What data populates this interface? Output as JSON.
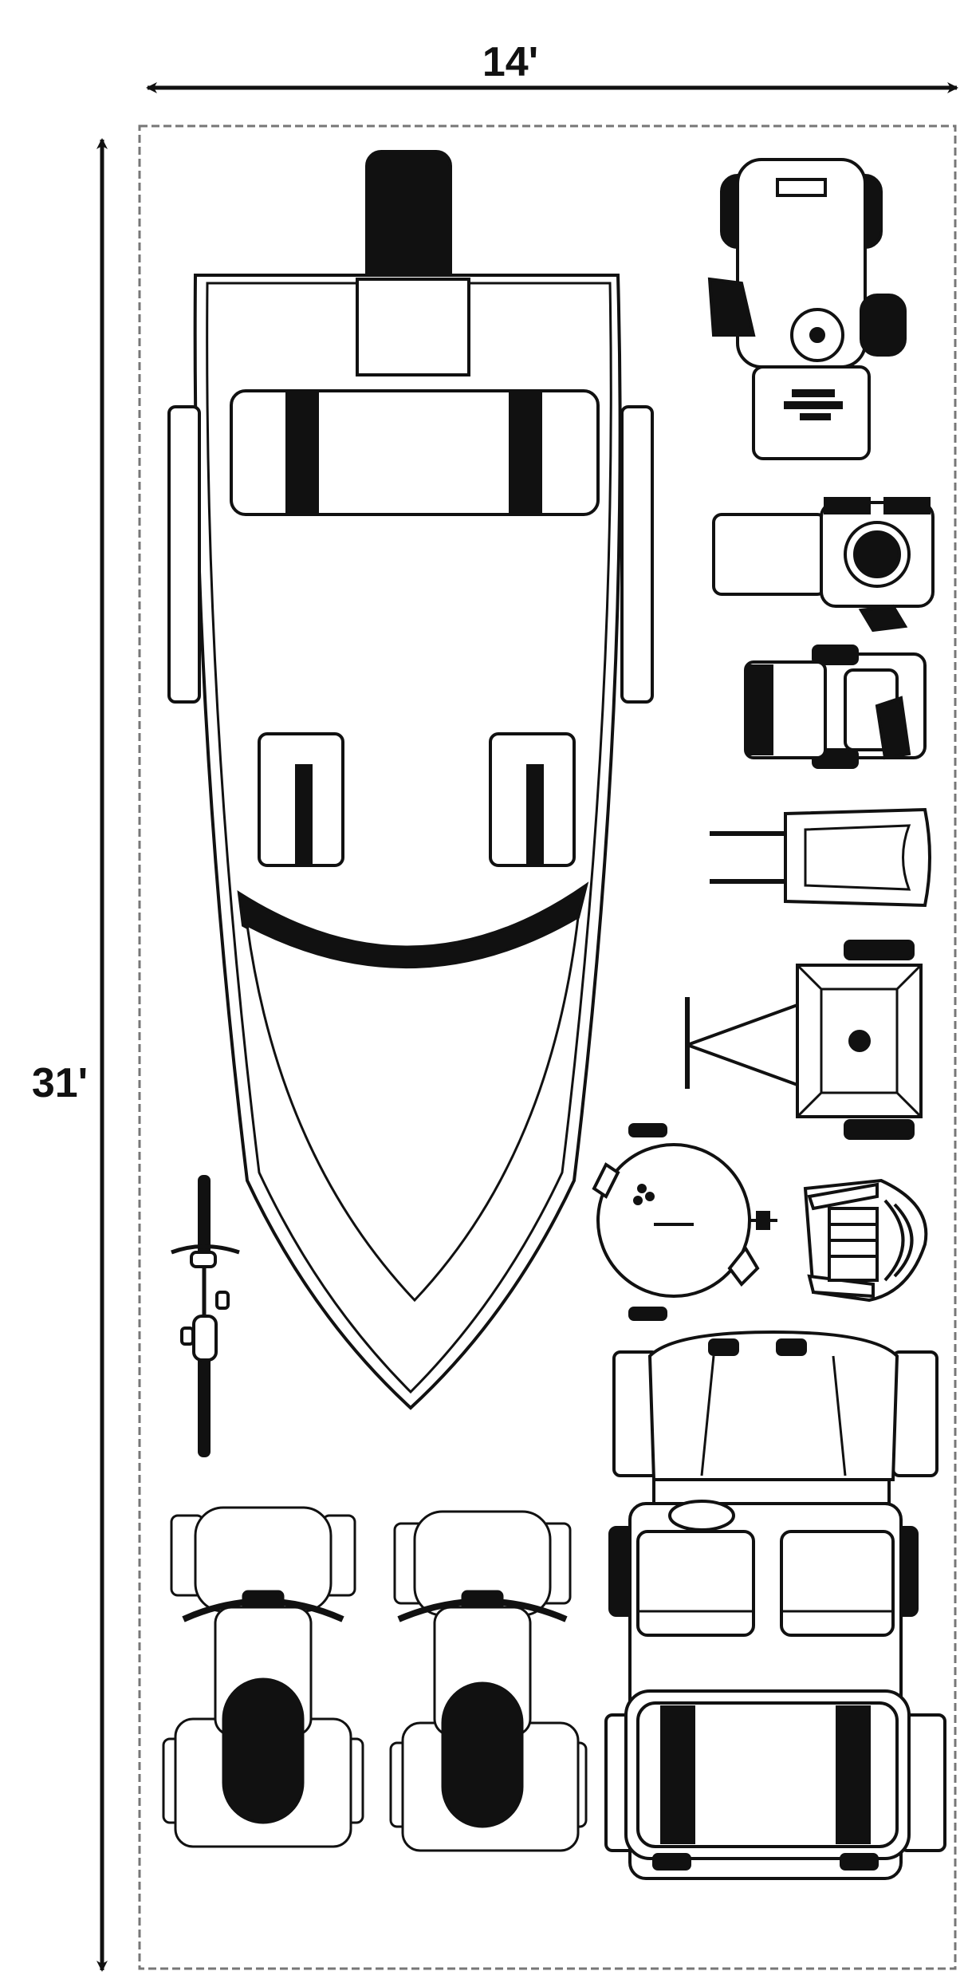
{
  "dimensions": {
    "width_label": "14'",
    "height_label": "31'"
  },
  "items": [
    {
      "name": "boat",
      "icon": "boat-icon"
    },
    {
      "name": "riding-mower",
      "icon": "riding-mower-icon"
    },
    {
      "name": "snow-blower",
      "icon": "snow-blower-icon"
    },
    {
      "name": "push-mower",
      "icon": "push-mower-icon"
    },
    {
      "name": "wheelbarrow",
      "icon": "wheelbarrow-icon"
    },
    {
      "name": "utility-trailer",
      "icon": "trailer-icon"
    },
    {
      "name": "grill",
      "icon": "grill-icon"
    },
    {
      "name": "adirondack-chair",
      "icon": "chair-icon"
    },
    {
      "name": "bicycle",
      "icon": "bicycle-icon"
    },
    {
      "name": "motorcycle-1",
      "icon": "motorcycle-icon"
    },
    {
      "name": "motorcycle-2",
      "icon": "motorcycle-icon"
    },
    {
      "name": "atv-utv",
      "icon": "utv-icon"
    }
  ],
  "colors": {
    "line": "#111111",
    "floor": "#ffffff",
    "boundary": "#777777"
  }
}
